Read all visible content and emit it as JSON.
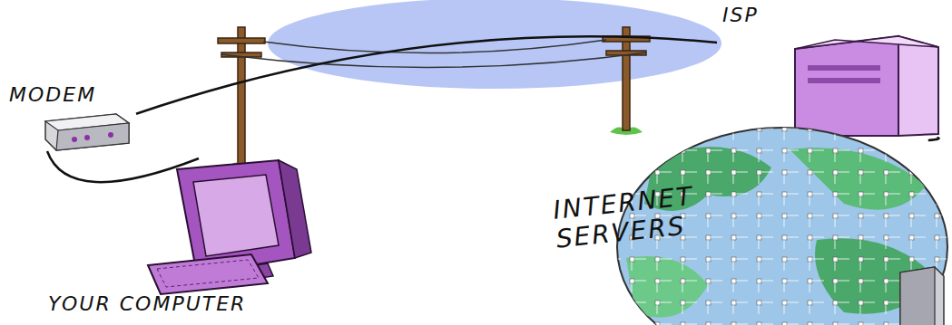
{
  "diagram": {
    "nodes": [
      {
        "text": [
          "MODEM"
        ]
      },
      {
        "text": [
          "YOUR COMPUTER"
        ]
      },
      {
        "text": [
          "ISP"
        ]
      },
      {
        "text": [
          "INTERNET SERVERS"
        ]
      }
    ],
    "edges": [
      {
        "from": 0,
        "to": 1,
        "arrow": "none"
      },
      {
        "from": 0,
        "to": 2,
        "arrow": "none"
      },
      {
        "from": 2,
        "to": 3,
        "arrow": "none"
      }
    ]
  }
}
